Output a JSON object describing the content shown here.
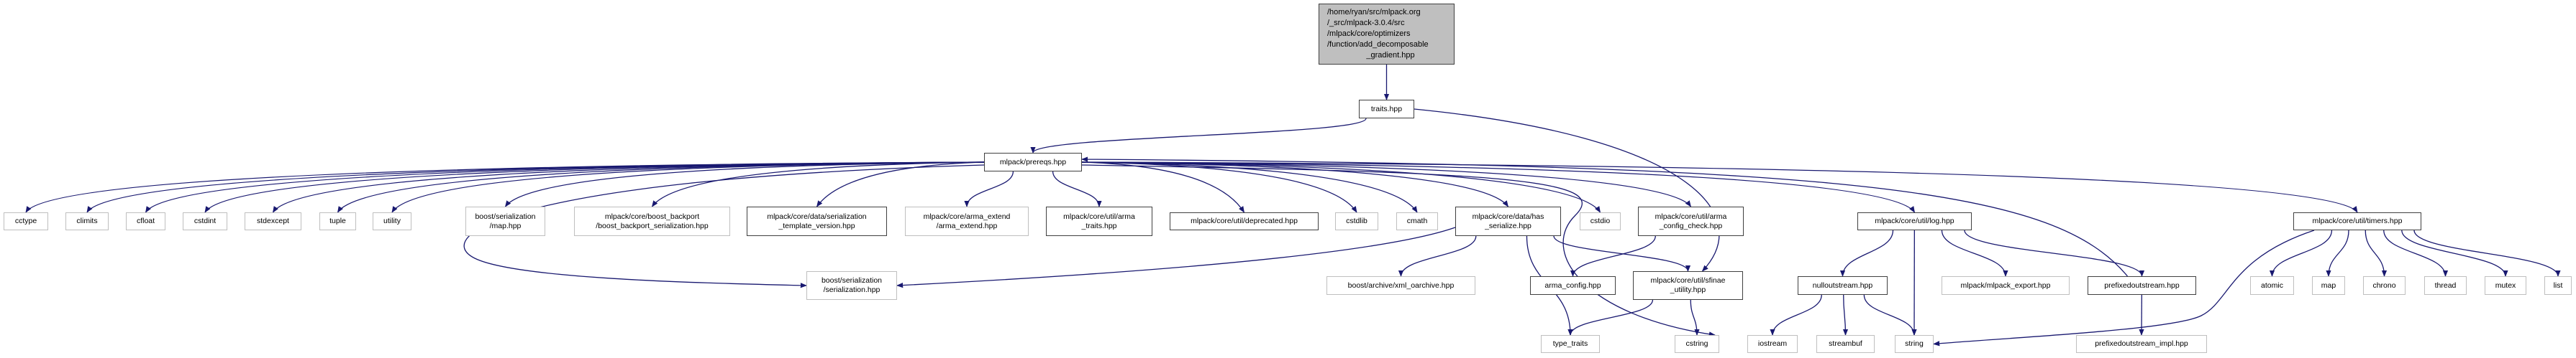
{
  "colors": {
    "edge": "#191970",
    "root_fill": "#bfbfbf",
    "documented_border": "#404040",
    "system_border": "#bfbfbf"
  },
  "graph": {
    "nodes": [
      {
        "id": "root",
        "style": "root",
        "lines": [
          "/home/ryan/src/mlpack.org",
          "/_src/mlpack-3.0.4/src",
          "/mlpack/core/optimizers",
          "/function/add_decomposable",
          "_gradient.hpp"
        ]
      },
      {
        "id": "traits",
        "style": "doc",
        "lines": [
          "traits.hpp"
        ]
      },
      {
        "id": "prereqs",
        "style": "doc",
        "lines": [
          "mlpack/prereqs.hpp"
        ]
      },
      {
        "id": "cctype",
        "style": "sys",
        "lines": [
          "cctype"
        ]
      },
      {
        "id": "climits",
        "style": "sys",
        "lines": [
          "climits"
        ]
      },
      {
        "id": "cfloat",
        "style": "sys",
        "lines": [
          "cfloat"
        ]
      },
      {
        "id": "cstdint",
        "style": "sys",
        "lines": [
          "cstdint"
        ]
      },
      {
        "id": "stdexcept",
        "style": "sys",
        "lines": [
          "stdexcept"
        ]
      },
      {
        "id": "tuple",
        "style": "sys",
        "lines": [
          "tuple"
        ]
      },
      {
        "id": "utility",
        "style": "sys",
        "lines": [
          "utility"
        ]
      },
      {
        "id": "map_hpp",
        "style": "sys",
        "lines": [
          "boost/serialization",
          "/map.hpp"
        ]
      },
      {
        "id": "backport",
        "style": "sys",
        "lines": [
          "mlpack/core/boost_backport",
          "/boost_backport_serialization.hpp"
        ]
      },
      {
        "id": "stv",
        "style": "doc",
        "lines": [
          "mlpack/core/data/serialization",
          "_template_version.hpp"
        ]
      },
      {
        "id": "arma_extend",
        "style": "sys",
        "lines": [
          "mlpack/core/arma_extend",
          "/arma_extend.hpp"
        ]
      },
      {
        "id": "arma_traits",
        "style": "doc",
        "lines": [
          "mlpack/core/util/arma",
          "_traits.hpp"
        ]
      },
      {
        "id": "deprecated",
        "style": "doc",
        "lines": [
          "mlpack/core/util/deprecated.hpp"
        ]
      },
      {
        "id": "cstdlib",
        "style": "sys",
        "lines": [
          "cstdlib"
        ]
      },
      {
        "id": "cmath",
        "style": "sys",
        "lines": [
          "cmath"
        ]
      },
      {
        "id": "has_serialize",
        "style": "doc",
        "lines": [
          "mlpack/core/data/has",
          "_serialize.hpp"
        ]
      },
      {
        "id": "cstdio",
        "style": "sys",
        "lines": [
          "cstdio"
        ]
      },
      {
        "id": "arma_config_check",
        "style": "doc",
        "lines": [
          "mlpack/core/util/arma",
          "_config_check.hpp"
        ]
      },
      {
        "id": "log",
        "style": "doc",
        "lines": [
          "mlpack/core/util/log.hpp"
        ]
      },
      {
        "id": "timers",
        "style": "doc",
        "lines": [
          "mlpack/core/util/timers.hpp"
        ]
      },
      {
        "id": "serialization",
        "style": "sys",
        "lines": [
          "boost/serialization",
          "/serialization.hpp"
        ]
      },
      {
        "id": "xml",
        "style": "sys",
        "lines": [
          "boost/archive/xml_oarchive.hpp"
        ]
      },
      {
        "id": "arma_config",
        "style": "doc",
        "lines": [
          "arma_config.hpp"
        ]
      },
      {
        "id": "sfinae",
        "style": "doc",
        "lines": [
          "mlpack/core/util/sfinae",
          "_utility.hpp"
        ]
      },
      {
        "id": "nullout",
        "style": "doc",
        "lines": [
          "nulloutstream.hpp"
        ]
      },
      {
        "id": "export",
        "style": "sys",
        "lines": [
          "mlpack/mlpack_export.hpp"
        ]
      },
      {
        "id": "prefixed",
        "style": "doc",
        "lines": [
          "prefixedoutstream.hpp"
        ]
      },
      {
        "id": "atomic",
        "style": "sys",
        "lines": [
          "atomic"
        ]
      },
      {
        "id": "map",
        "style": "sys",
        "lines": [
          "map"
        ]
      },
      {
        "id": "chrono",
        "style": "sys",
        "lines": [
          "chrono"
        ]
      },
      {
        "id": "thread",
        "style": "sys",
        "lines": [
          "thread"
        ]
      },
      {
        "id": "mutex",
        "style": "sys",
        "lines": [
          "mutex"
        ]
      },
      {
        "id": "list",
        "style": "sys",
        "lines": [
          "list"
        ]
      },
      {
        "id": "type_traits",
        "style": "sys",
        "lines": [
          "type_traits"
        ]
      },
      {
        "id": "cstring",
        "style": "sys",
        "lines": [
          "cstring"
        ]
      },
      {
        "id": "iostream",
        "style": "sys",
        "lines": [
          "iostream"
        ]
      },
      {
        "id": "streambuf",
        "style": "sys",
        "lines": [
          "streambuf"
        ]
      },
      {
        "id": "string",
        "style": "sys",
        "lines": [
          "string"
        ]
      },
      {
        "id": "impl",
        "style": "sys",
        "lines": [
          "prefixedoutstream_impl.hpp"
        ]
      }
    ],
    "edges": [
      [
        "root",
        "traits"
      ],
      [
        "traits",
        "prereqs"
      ],
      [
        "traits",
        "sfinae"
      ],
      [
        "prereqs",
        "cctype"
      ],
      [
        "prereqs",
        "climits"
      ],
      [
        "prereqs",
        "cfloat"
      ],
      [
        "prereqs",
        "cstdint"
      ],
      [
        "prereqs",
        "stdexcept"
      ],
      [
        "prereqs",
        "tuple"
      ],
      [
        "prereqs",
        "utility"
      ],
      [
        "prereqs",
        "map_hpp"
      ],
      [
        "prereqs",
        "backport"
      ],
      [
        "prereqs",
        "stv"
      ],
      [
        "prereqs",
        "arma_extend"
      ],
      [
        "prereqs",
        "arma_traits"
      ],
      [
        "prereqs",
        "deprecated"
      ],
      [
        "prereqs",
        "cstdlib"
      ],
      [
        "prereqs",
        "cmath"
      ],
      [
        "prereqs",
        "has_serialize"
      ],
      [
        "prereqs",
        "cstdio"
      ],
      [
        "prereqs",
        "arma_config_check"
      ],
      [
        "prereqs",
        "log"
      ],
      [
        "prereqs",
        "timers"
      ],
      [
        "prereqs",
        "serialization"
      ],
      [
        "prereqs",
        "cstring"
      ],
      [
        "has_serialize",
        "serialization"
      ],
      [
        "has_serialize",
        "xml"
      ],
      [
        "has_serialize",
        "type_traits"
      ],
      [
        "has_serialize",
        "sfinae"
      ],
      [
        "arma_config_check",
        "arma_config"
      ],
      [
        "sfinae",
        "type_traits"
      ],
      [
        "sfinae",
        "cstring"
      ],
      [
        "log",
        "nullout"
      ],
      [
        "log",
        "string"
      ],
      [
        "log",
        "export"
      ],
      [
        "log",
        "prefixed"
      ],
      [
        "nullout",
        "iostream"
      ],
      [
        "nullout",
        "streambuf"
      ],
      [
        "nullout",
        "string"
      ],
      [
        "prefixed",
        "prereqs"
      ],
      [
        "prefixed",
        "impl"
      ],
      [
        "timers",
        "string"
      ],
      [
        "timers",
        "atomic"
      ],
      [
        "timers",
        "map"
      ],
      [
        "timers",
        "chrono"
      ],
      [
        "timers",
        "thread"
      ],
      [
        "timers",
        "mutex"
      ],
      [
        "timers",
        "list"
      ]
    ]
  }
}
